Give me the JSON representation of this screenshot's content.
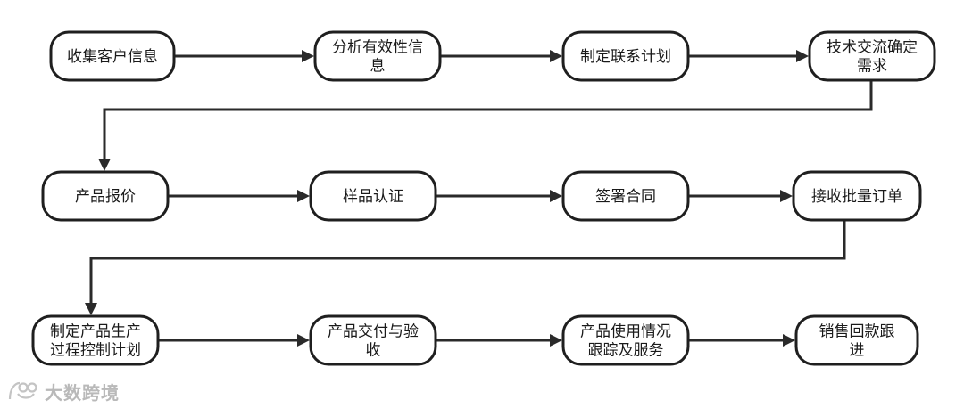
{
  "diagram": {
    "rows": [
      {
        "nodes": [
          {
            "id": "n1",
            "label": [
              "收集客户信息"
            ]
          },
          {
            "id": "n2",
            "label": [
              "分析有效性信",
              "息"
            ]
          },
          {
            "id": "n3",
            "label": [
              "制定联系计划"
            ]
          },
          {
            "id": "n4",
            "label": [
              "技术交流确定",
              "需求"
            ]
          }
        ]
      },
      {
        "nodes": [
          {
            "id": "n5",
            "label": [
              "产品报价"
            ]
          },
          {
            "id": "n6",
            "label": [
              "样品认证"
            ]
          },
          {
            "id": "n7",
            "label": [
              "签署合同"
            ]
          },
          {
            "id": "n8",
            "label": [
              "接收批量订单"
            ]
          }
        ]
      },
      {
        "nodes": [
          {
            "id": "n9",
            "label": [
              "制定产品生产",
              "过程控制计划"
            ]
          },
          {
            "id": "n10",
            "label": [
              "产品交付与验",
              "收"
            ]
          },
          {
            "id": "n11",
            "label": [
              "产品使用情况",
              "跟踪及服务"
            ]
          },
          {
            "id": "n12",
            "label": [
              "销售回款跟",
              "进"
            ]
          }
        ]
      }
    ],
    "edges": [
      [
        "n1",
        "n2"
      ],
      [
        "n2",
        "n3"
      ],
      [
        "n3",
        "n4"
      ],
      [
        "n4",
        "n5"
      ],
      [
        "n5",
        "n6"
      ],
      [
        "n6",
        "n7"
      ],
      [
        "n7",
        "n8"
      ],
      [
        "n8",
        "n9"
      ],
      [
        "n9",
        "n10"
      ],
      [
        "n10",
        "n11"
      ],
      [
        "n11",
        "n12"
      ]
    ]
  },
  "watermark": {
    "text": "大数跨境",
    "icon": "dashuju-logo-icon"
  },
  "colors": {
    "stroke": "#1f1f1f",
    "watermark": "#b9b9b9"
  }
}
